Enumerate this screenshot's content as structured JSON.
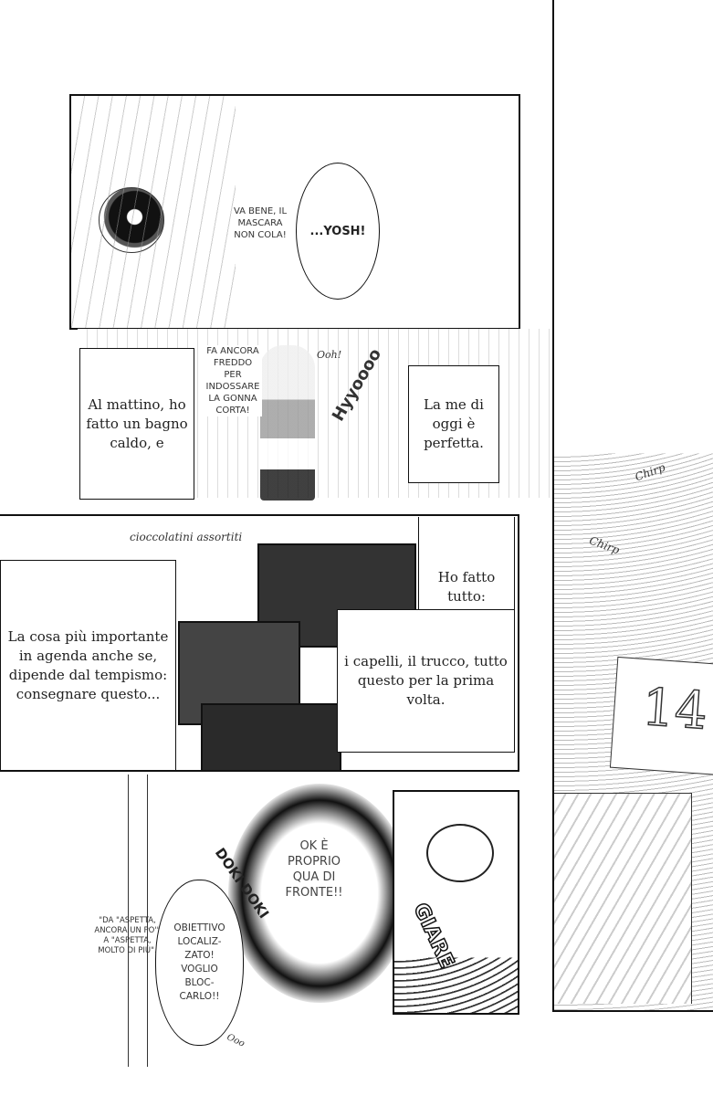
{
  "panel1": {
    "speech_small": "Va bene, il mascara non cola!",
    "speech_bubble": "...YOSH!"
  },
  "panel2": {
    "narration_left": "Al mattino, ho fatto un bagno caldo, e",
    "speech_small": "Fa ancora freddo per indossare la gonna corta!",
    "sfx_ooh": "Ooh!",
    "sfx_wind": "Hyyoooo",
    "narration_right": "La me di oggi è perfetta."
  },
  "panel3": {
    "caption": "cioccolatini assortiti",
    "narration_left": "La cosa più importante in agenda anche se, dipende dal tempismo: consegnare questo...",
    "narration_top_right": "Ho fatto tutto:",
    "narration_right": "i capelli, il trucco, tutto questo per la prima volta."
  },
  "panel4": {
    "thought_big": "OK è proprio qua di fronte!!",
    "sfx_doki": "DOKI DOKI",
    "speech_bubble": "Obiettivo localiz-zato! Voglio bloc-carlo!!",
    "side_note": "\"Da \"aspetta, ancora un po'\" a \"aspetta, molto di più\".",
    "sfx_sigh": "Ooo"
  },
  "panel5": {
    "sfx": "GIARE"
  },
  "side_panel": {
    "chirp_1": "Chirp",
    "chirp_2": "Chirp",
    "calendar_day": "14"
  }
}
